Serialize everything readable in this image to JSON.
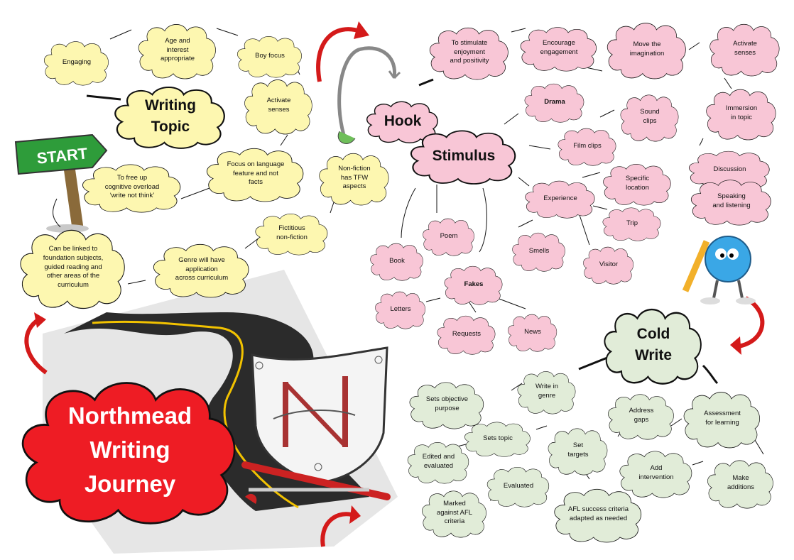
{
  "title": {
    "line1": "Northmead",
    "line2": "Writing",
    "line3": "Journey"
  },
  "start_sign": "START",
  "hubs": {
    "writing_topic": "Writing\nTopic",
    "hook": "Hook",
    "stimulus": "Stimulus",
    "cold_write": "Cold\nWrite"
  },
  "writing_topic_items": {
    "engaging": "Engaging",
    "age": "Age and\ninterest\nappropriate",
    "boy": "Boy focus",
    "activate": "Activate\nsenses",
    "focus_lang": "Focus on language\nfeature and not\nfacts",
    "cognitive": "To free up\ncognitive overload\n‘write not think’",
    "nonfiction": "Non-fiction\nhas TFW\naspects",
    "linked": "Can be linked to\nfoundation subjects,\nguided reading and\nother areas of the\ncurriculum",
    "genre_app": "Genre will have\napplication\nacross curriculum",
    "fictitious": "Fictitious\nnon-fiction"
  },
  "hook_items": {
    "stimulate": "To stimulate\nenjoyment\nand positivity",
    "encourage": "Encourage\nengagement",
    "imagination": "Move the\nimagination",
    "activate": "Activate\nsenses",
    "immersion": "Immersion\nin topic",
    "discussion": "Discussion",
    "speaking": "Speaking\nand listening"
  },
  "stimulus_items": {
    "drama": "Drama",
    "sound": "Sound\nclips",
    "film": "Film clips",
    "specific": "Specific\nlocation",
    "experience": "Experience",
    "trip": "Trip",
    "smells": "Smells",
    "visitor": "Visitor",
    "poem": "Poem",
    "book": "Book",
    "fakes": "Fakes",
    "letters": "Letters",
    "requests": "Requests",
    "news": "News"
  },
  "cold_write_items": {
    "objective": "Sets objective\npurpose",
    "write_genre": "Write in\ngenre",
    "sets_topic": "Sets topic",
    "edited": "Edited and\nevaluated",
    "evaluated": "Evaluated",
    "marked": "Marked\nagainst AFL\ncriteria",
    "set_targets": "Set\ntargets",
    "afl": "AFL success criteria\nadapted as needed",
    "address": "Address\ngaps",
    "assessment": "Assessment\nfor learning",
    "intervention": "Add\nintervention",
    "additions": "Make\nadditions"
  },
  "colors": {
    "yellow": "#fdf7b0",
    "pink": "#f8c6d6",
    "green": "#e1ecd8",
    "red": "#ee1c24",
    "sign_green": "#2e9c3a"
  }
}
